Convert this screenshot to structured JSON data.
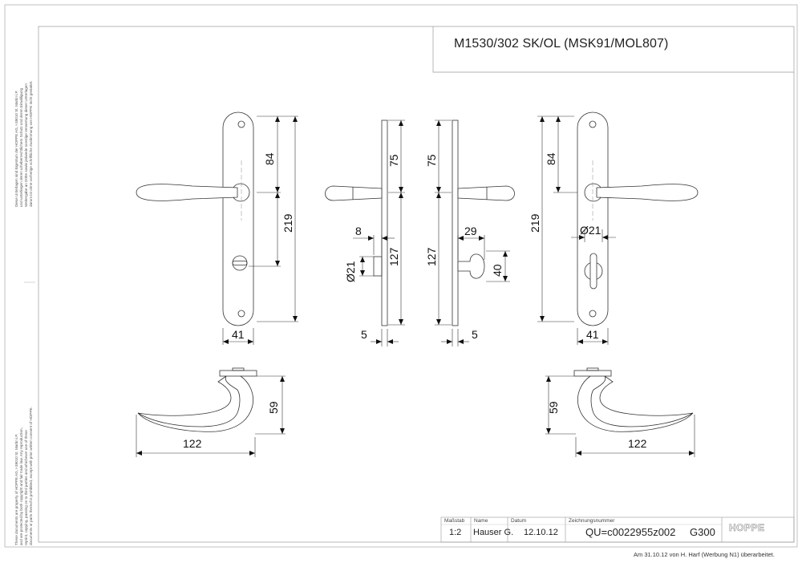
{
  "title": "M1530/302 SK/OL (MSK91/MOL807)",
  "side_note_top": [
    "Diese Unterlagen sind Eigentum der HOPPE AG, I-39010 St. Martin i.P.",
    "und unterliegen deren urheberrechtlichem Schutz und deren Einwilligung",
    "Weitergabe an Dritte sowie jedwede sonstige Verwertung dieser Unterlagen",
    "darum ist ohne vorherige schriftliche Zustimmung von HOPPE nicht gestattet."
  ],
  "side_note_bottom": [
    "These documents are property of HOPPE AG, I-39010 St. Martin i.P.",
    "and are protected by both copyright and fair trade law. Any reproduction,",
    "reprint, copying, passing on to third parties and whichever use of these",
    "documents or parts thereof is prohibited, except with prior written consent of HOPPE."
  ],
  "dimensions": {
    "left_plate_upper": "84",
    "left_plate_total": "219",
    "left_plate_width": "41",
    "side_left_upper": "75",
    "side_left_thumb_offset": "8",
    "side_left_rose_diameter": "Ø21",
    "side_left_lower": "127",
    "side_left_thickness": "5",
    "side_right_upper": "75",
    "side_right_knob_offset": "29",
    "side_right_knob_height": "40",
    "side_right_lower": "127",
    "side_right_thickness": "5",
    "right_plate_upper": "84",
    "right_plate_total": "219",
    "right_plate_rose_diameter": "Ø21",
    "right_plate_width": "41",
    "left_top_view_height": "59",
    "left_top_view_length": "122",
    "right_top_view_height": "59",
    "right_top_view_length": "122"
  },
  "title_block": {
    "scale_label": "Maßstab",
    "scale": "1:2",
    "name_label": "Name",
    "name": "Hauser G.",
    "date_label": "Datum",
    "date": "12.10.12",
    "drawing_no_label": "Zeichnungsnummer",
    "drawing_no": "QU=c0022955z002",
    "sheet_code": "G300",
    "logo": "HOPPE"
  },
  "footer_note": "Am 31.10.12 von H. Harf (Werbung N1) überarbeitet."
}
